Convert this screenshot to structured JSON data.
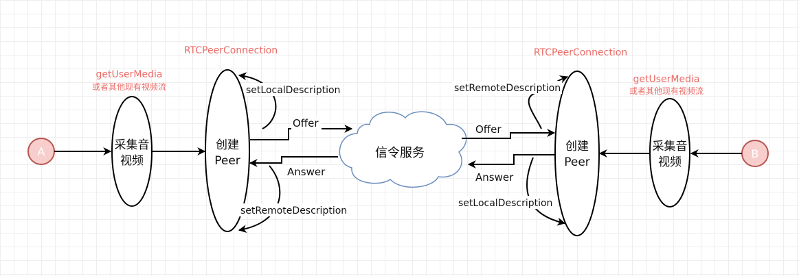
{
  "diagram": {
    "node_a": {
      "label": "A",
      "fill": "#F8CECC",
      "stroke": "#B85450"
    },
    "node_b": {
      "label": "B",
      "fill": "#F8CECC",
      "stroke": "#B85450"
    },
    "left_capture": {
      "line1": "采集音",
      "line2": "视频"
    },
    "right_capture": {
      "line1": "采集音",
      "line2": "视频"
    },
    "left_peer": {
      "line1": "创建",
      "line2": "Peer"
    },
    "right_peer": {
      "line1": "创建",
      "line2": "Peer"
    },
    "signaling": {
      "label": "信令服务",
      "stroke": "#6C8EBF"
    },
    "left_rtc_title": "RTCPeerConnection",
    "right_rtc_title": "RTCPeerConnection",
    "left_media": {
      "title": "getUserMedia",
      "subtitle": "或者其他现有视频流"
    },
    "right_media": {
      "title": "getUserMedia",
      "subtitle": "或者其他现有视频流"
    },
    "left_set_local": "setLocalDescription",
    "left_set_remote": "setRemoteDescription",
    "right_set_remote": "setRemoteDescription",
    "right_set_local": "setLocalDescription",
    "left_offer": "Offer",
    "left_answer": "Answer",
    "right_offer": "Offer",
    "right_answer": "Answer",
    "accent_color": "#EA6B66"
  }
}
